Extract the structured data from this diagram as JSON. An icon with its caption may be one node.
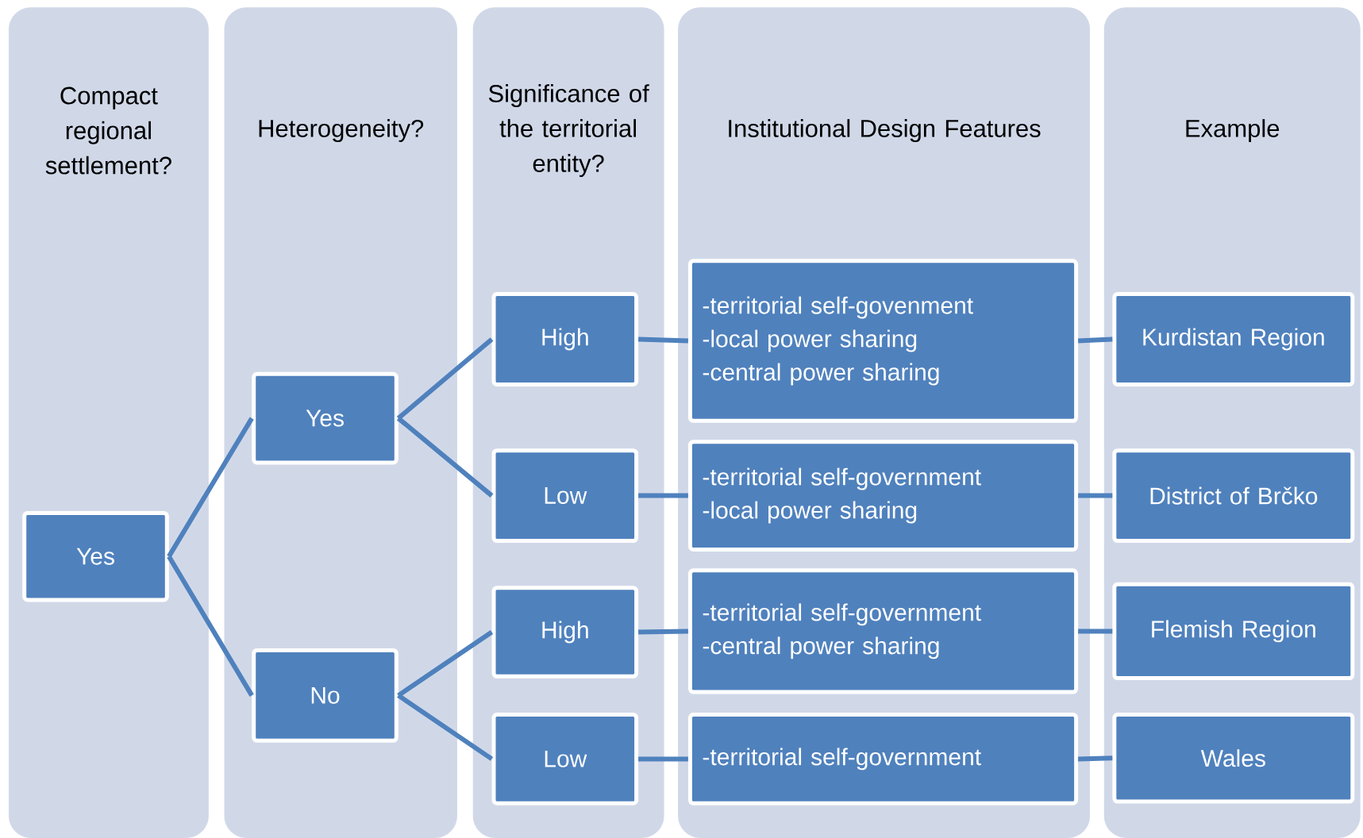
{
  "diagram": {
    "nodes": [
      {
        "text": [
          "Compact regional settlement?"
        ]
      },
      {
        "text": [
          "Heterogeneity?"
        ]
      },
      {
        "text": [
          "Significance of the territorial entity?"
        ]
      },
      {
        "text": [
          "Institutional Design Features"
        ]
      },
      {
        "text": [
          "Example"
        ]
      },
      {
        "text": [
          "Yes"
        ],
        "in": 0
      },
      {
        "text": [
          "Yes"
        ],
        "in": 1
      },
      {
        "text": [
          "No"
        ],
        "in": 1
      },
      {
        "text": [
          "High"
        ],
        "in": 2
      },
      {
        "text": [
          "Low"
        ],
        "in": 2
      },
      {
        "text": [
          "High"
        ],
        "in": 2
      },
      {
        "text": [
          "Low"
        ],
        "in": 2
      },
      {
        "text": [
          "-territorial self-govenment",
          "-local power sharing",
          "-central power sharing"
        ],
        "in": 3
      },
      {
        "text": [
          "-territorial self-government",
          "-local power sharing"
        ],
        "in": 3
      },
      {
        "text": [
          "-territorial self-government",
          "-central power sharing"
        ],
        "in": 3
      },
      {
        "text": [
          "-territorial self-government"
        ],
        "in": 3
      },
      {
        "text": [
          "Kurdistan Region"
        ],
        "in": 4
      },
      {
        "text": [
          "District of Brčko"
        ],
        "in": 4
      },
      {
        "text": [
          "Flemish Region"
        ],
        "in": 4
      },
      {
        "text": [
          "Wales"
        ],
        "in": 4
      }
    ],
    "edges": [
      {
        "from": 5,
        "to": 6,
        "arrow": "none"
      },
      {
        "from": 5,
        "to": 7,
        "arrow": "none"
      },
      {
        "from": 6,
        "to": 8,
        "arrow": "none"
      },
      {
        "from": 6,
        "to": 9,
        "arrow": "none"
      },
      {
        "from": 7,
        "to": 10,
        "arrow": "none"
      },
      {
        "from": 7,
        "to": 11,
        "arrow": "none"
      },
      {
        "from": 8,
        "to": 12,
        "arrow": "none"
      },
      {
        "from": 9,
        "to": 13,
        "arrow": "none"
      },
      {
        "from": 10,
        "to": 14,
        "arrow": "none"
      },
      {
        "from": 11,
        "to": 15,
        "arrow": "none"
      },
      {
        "from": 12,
        "to": 16,
        "arrow": "none"
      },
      {
        "from": 13,
        "to": 17,
        "arrow": "none"
      },
      {
        "from": 14,
        "to": 18,
        "arrow": "none"
      },
      {
        "from": 15,
        "to": 19,
        "arrow": "none"
      }
    ]
  }
}
